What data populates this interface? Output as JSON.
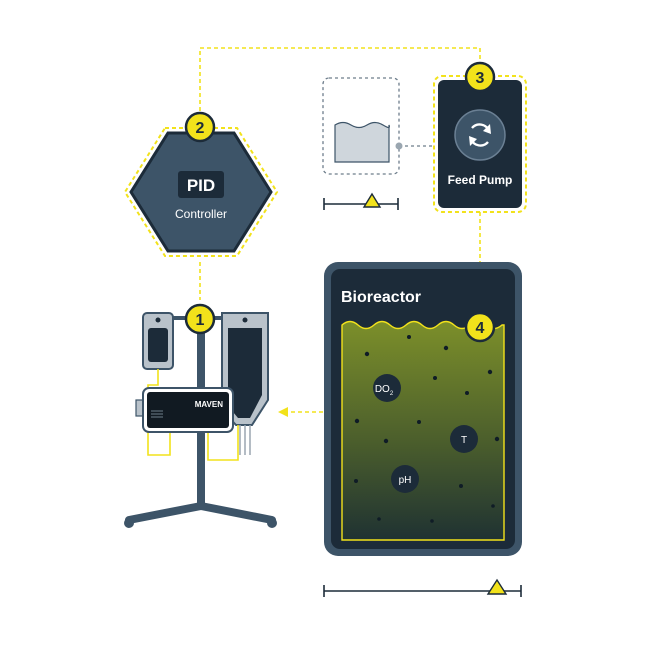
{
  "colors": {
    "navy": "#1c2b39",
    "slate": "#3d5468",
    "slate_light": "#4f6a80",
    "accent_yellow": "#f2e21b",
    "liquid_green": "#7c8f2a",
    "liquid_dark": "#23352f",
    "gray_border": "#9aa6b0"
  },
  "steps": [
    {
      "number": "1"
    },
    {
      "number": "2"
    },
    {
      "number": "3"
    },
    {
      "number": "4"
    }
  ],
  "controller": {
    "title": "PID",
    "subtitle": "Controller",
    "icon": "hexagon-controller-icon"
  },
  "pump": {
    "label": "Feed Pump",
    "icon": "refresh-cycle-icon"
  },
  "reactor": {
    "title": "Bioreactor",
    "sensors": {
      "do2_main": "DO",
      "do2_sub": "2",
      "temp": "T",
      "ph": "pH"
    }
  },
  "device": {
    "brand": "MAVEN"
  },
  "feed_tank": {
    "icon": "feed-reservoir-icon"
  },
  "scale_icon": "warning-triangle-icon"
}
